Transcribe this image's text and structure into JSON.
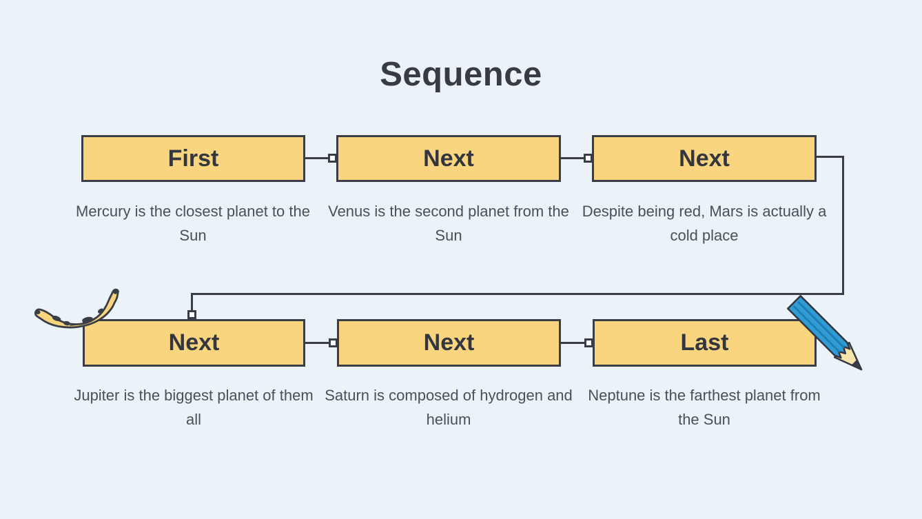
{
  "slide": {
    "title": "Sequence",
    "background_color": "#EBF3F9"
  },
  "colors": {
    "box_fill": "#F8D57E",
    "outline": "#3A3D46",
    "title_text": "#383B44",
    "body_text": "#4A4F58",
    "connector_node_fill": "#FCFEFF",
    "pencil_blue": "#2F9CD8",
    "pencil_blue_dark": "#1E7FB3",
    "pencil_wood": "#F7E3AC",
    "banana_yellow": "#F8D57E"
  },
  "steps": [
    {
      "label": "First",
      "description": "Mercury is the closest planet to the Sun"
    },
    {
      "label": "Next",
      "description": "Venus is the second planet from the Sun"
    },
    {
      "label": "Next",
      "description": "Despite being red, Mars is actually a cold place"
    },
    {
      "label": "Next",
      "description": "Jupiter is the biggest planet of them all"
    },
    {
      "label": "Next",
      "description": "Saturn is composed of hydrogen and helium"
    },
    {
      "label": "Last",
      "description": "Neptune is the farthest planet from the Sun"
    }
  ],
  "decorations": [
    {
      "name": "banana-icon"
    },
    {
      "name": "pencil-icon"
    }
  ]
}
